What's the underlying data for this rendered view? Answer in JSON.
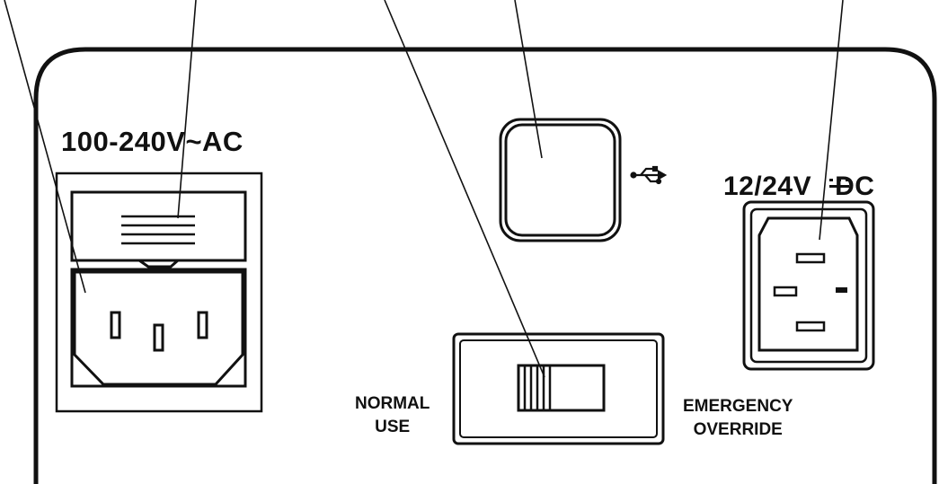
{
  "labels": {
    "ac_input": "100-240V~AC",
    "dc_input": "12/24V",
    "dc_suffix": "DC",
    "switch_left_line1": "NORMAL",
    "switch_left_line2": "USE",
    "switch_right_line1": "EMERGENCY",
    "switch_right_line2": "OVERRIDE"
  },
  "icons": {
    "usb": "usb-icon",
    "dc_symbol": "dc-symbol-icon"
  },
  "colors": {
    "stroke": "#111111",
    "background": "#ffffff"
  }
}
